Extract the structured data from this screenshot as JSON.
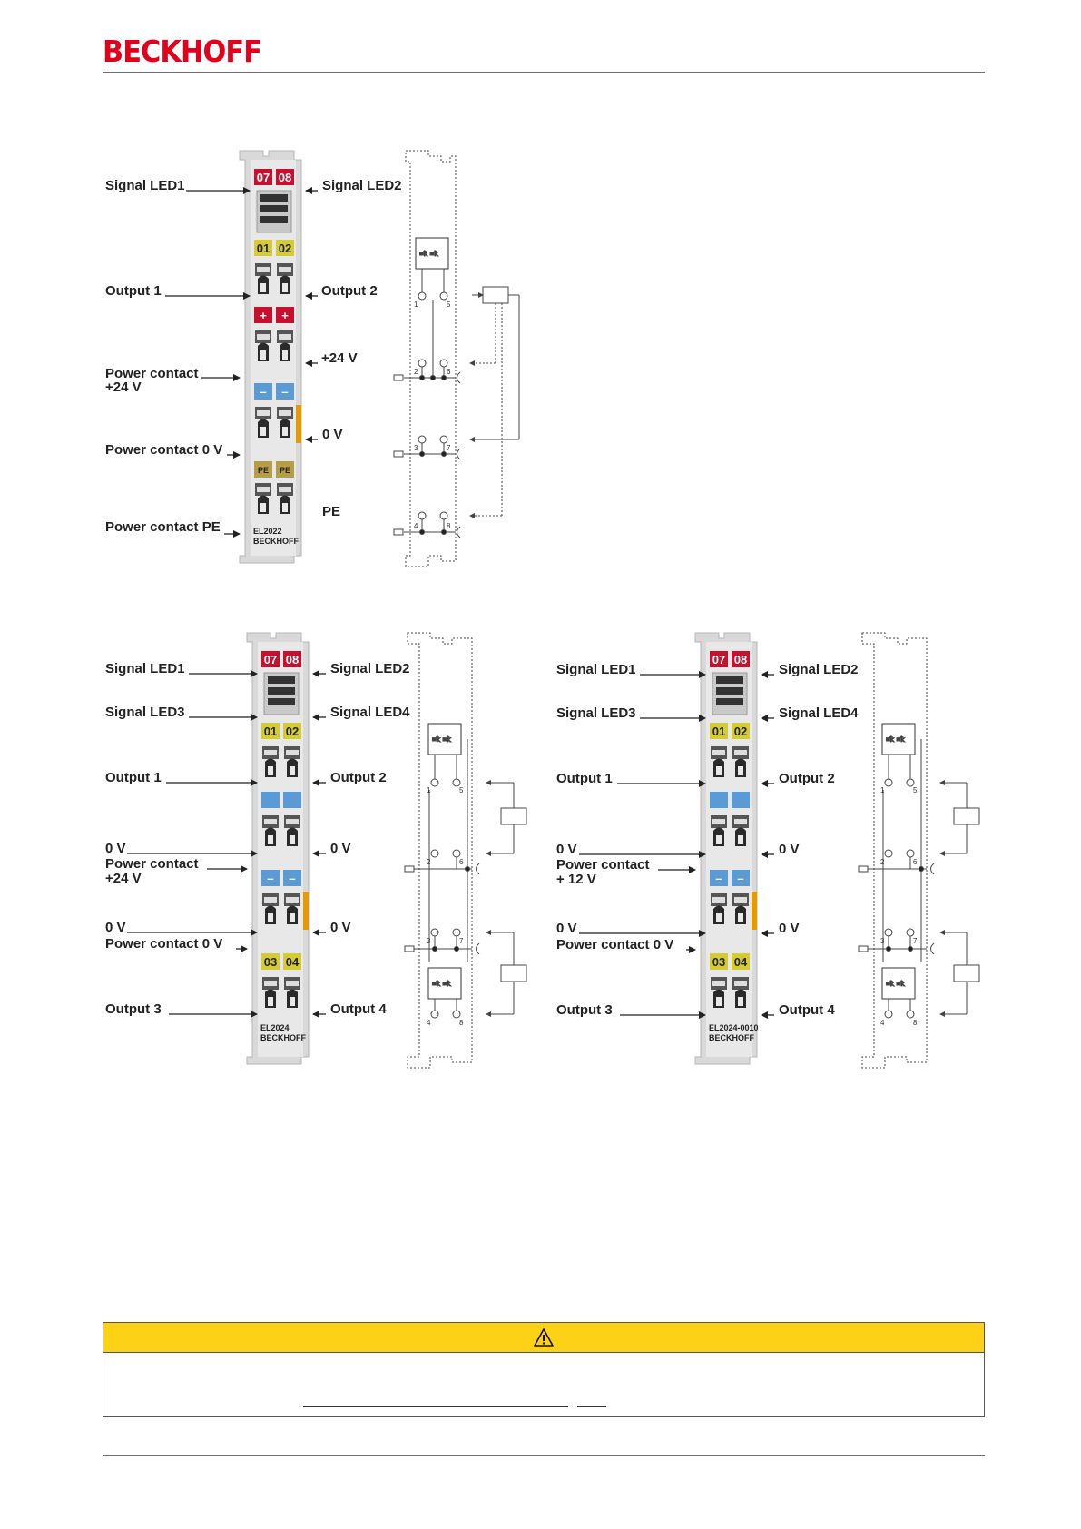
{
  "header": {
    "logo_text": "BECKHOFF",
    "brand_color": "#e2001a"
  },
  "warning": {
    "icon": "warning-triangle-icon",
    "header_color": "#fcd116"
  },
  "diagrams": {
    "el2022": {
      "labels": {
        "signal_led1": "Signal LED1",
        "signal_led2": "Signal LED2",
        "output1": "Output 1",
        "output2": "Output 2",
        "plus24": "+24 V",
        "power_contact_24_l1": "Power contact",
        "power_contact_24_l2": "+24 V",
        "zero_v": "0 V",
        "power_contact_0v": "Power contact 0 V",
        "pe": "PE",
        "power_contact_pe": "Power contact PE"
      },
      "module": {
        "model": "EL2022",
        "brand": "BECKHOFF",
        "led_top": [
          "07",
          "08"
        ],
        "led_mid": [
          "01",
          "02"
        ],
        "plus": [
          "+",
          "+"
        ],
        "minus": [
          "–",
          "–"
        ],
        "pe": [
          "PE",
          "PE"
        ]
      },
      "schematic": {
        "pins": [
          "1",
          "5",
          "2",
          "6",
          "3",
          "7",
          "4",
          "8"
        ]
      }
    },
    "el2024": {
      "labels": {
        "signal_led1": "Signal LED1",
        "signal_led2": "Signal LED2",
        "signal_led3": "Signal LED3",
        "signal_led4": "Signal LED4",
        "output1": "Output 1",
        "output2": "Output 2",
        "zero_v_a": "0 V",
        "zero_v_a_right": "0 V",
        "power_contact_24_l1": "Power contact",
        "power_contact_24_l2": "+24 V",
        "zero_v_b": "0 V",
        "zero_v_b_right": "0 V",
        "power_contact_0v": "Power contact 0 V",
        "output3": "Output 3",
        "output4": "Output 4"
      },
      "module": {
        "model": "EL2024",
        "brand": "BECKHOFF",
        "led_top": [
          "07",
          "08"
        ],
        "led_mid": [
          "01",
          "02"
        ],
        "minus": [
          "–",
          "–"
        ],
        "led_bottom": [
          "03",
          "04"
        ]
      },
      "schematic": {
        "pins": [
          "1",
          "5",
          "2",
          "6",
          "3",
          "7",
          "4",
          "8"
        ]
      }
    },
    "el2024_0010": {
      "labels": {
        "signal_led1": "Signal LED1",
        "signal_led2": "Signal LED2",
        "signal_led3": "Signal LED3",
        "signal_led4": "Signal LED4",
        "output1": "Output 1",
        "output2": "Output 2",
        "zero_v_a": "0 V",
        "zero_v_a_right": "0 V",
        "power_contact_12_l1": "Power contact",
        "power_contact_12_l2": "+ 12 V",
        "zero_v_b": "0 V",
        "zero_v_b_right": "0 V",
        "power_contact_0v": "Power contact 0 V",
        "output3": "Output 3",
        "output4": "Output 4"
      },
      "module": {
        "model": "EL2024-0010",
        "brand": "BECKHOFF",
        "led_top": [
          "07",
          "08"
        ],
        "led_mid": [
          "01",
          "02"
        ],
        "minus": [
          "–",
          "–"
        ],
        "led_bottom": [
          "03",
          "04"
        ]
      },
      "schematic": {
        "pins": [
          "1",
          "5",
          "2",
          "6",
          "3",
          "7",
          "4",
          "8"
        ]
      }
    }
  }
}
